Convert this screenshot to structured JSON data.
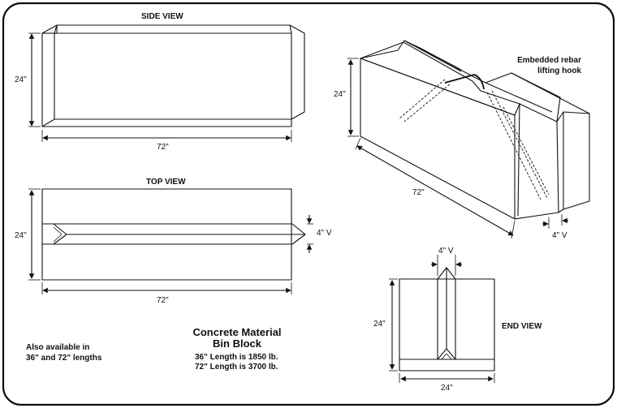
{
  "views": {
    "side": {
      "title": "SIDE VIEW",
      "height_dim": "24\"",
      "length_dim": "72\""
    },
    "top": {
      "title": "TOP VIEW",
      "height_dim": "24\"",
      "length_dim": "72\"",
      "groove_dim": "4\" V"
    },
    "iso": {
      "height_dim": "24\"",
      "length_dim": "72\"",
      "groove_dim": "4\" V",
      "hook_label_1": "Embedded rebar",
      "hook_label_2": "lifting hook"
    },
    "end": {
      "title": "END VIEW",
      "height_dim": "24\"",
      "width_dim": "24\"",
      "groove_dim": "4\" V"
    }
  },
  "availability": {
    "line1": "Also available in",
    "line2": "36\" and 72\" lengths"
  },
  "product": {
    "title_line1": "Concrete Material",
    "title_line2": "Bin Block",
    "spec1": "36\" Length is 1850 lb.",
    "spec2": "72\" Length is 3700 lb."
  }
}
